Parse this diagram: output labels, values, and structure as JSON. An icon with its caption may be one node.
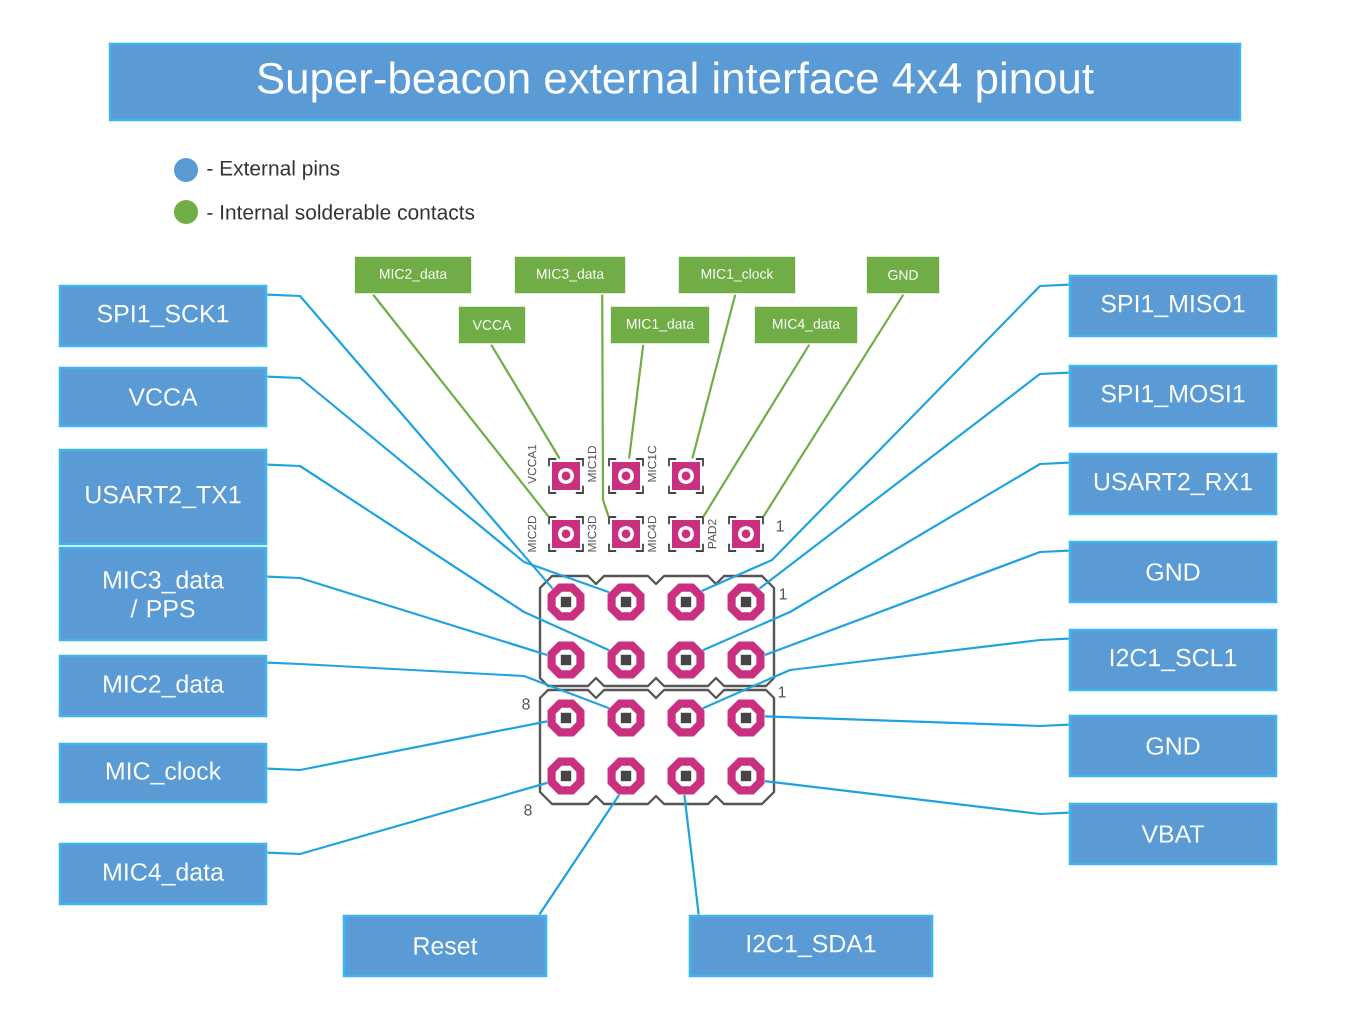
{
  "diagram": {
    "title": "Super-beacon external interface 4x4 pinout",
    "nodes": [
      {
        "text": [
          "MIC2_data"
        ]
      },
      {
        "text": [
          "MIC3_data"
        ]
      },
      {
        "text": [
          "MIC1_clock"
        ]
      },
      {
        "text": [
          "GND"
        ]
      },
      {
        "text": [
          "VCCA"
        ]
      },
      {
        "text": [
          "MIC1_data"
        ]
      },
      {
        "text": [
          "MIC4_data"
        ]
      },
      {
        "text": [
          "SPI1_SCK1"
        ]
      },
      {
        "text": [
          "VCCA"
        ]
      },
      {
        "text": [
          "USART2_TX1"
        ]
      },
      {
        "text": [
          "MIC3_data / PPS"
        ]
      },
      {
        "text": [
          "MIC2_data"
        ]
      },
      {
        "text": [
          "MIC_clock"
        ]
      },
      {
        "text": [
          "MIC4_data"
        ]
      },
      {
        "text": [
          "SPI1_MISO1"
        ]
      },
      {
        "text": [
          "SPI1_MOSI1"
        ]
      },
      {
        "text": [
          "USART2_RX1"
        ]
      },
      {
        "text": [
          "GND"
        ]
      },
      {
        "text": [
          "I2C1_SCL1"
        ]
      },
      {
        "text": [
          "GND"
        ]
      },
      {
        "text": [
          "VBAT"
        ]
      },
      {
        "text": [
          "Reset"
        ]
      },
      {
        "text": [
          "I2C1_SDA1"
        ]
      },
      {
        "text": [],
        "shape": "box"
      },
      {
        "text": [],
        "shape": "box"
      },
      {
        "text": [],
        "shape": "box"
      },
      {
        "text": [],
        "shape": "box"
      },
      {
        "text": [],
        "shape": "box"
      },
      {
        "text": [],
        "shape": "box"
      },
      {
        "text": [],
        "shape": "box"
      },
      {
        "text": [],
        "shape": "octagon"
      },
      {
        "text": [],
        "shape": "octagon"
      },
      {
        "text": [],
        "shape": "octagon"
      },
      {
        "text": [],
        "shape": "octagon"
      },
      {
        "text": [],
        "shape": "octagon"
      },
      {
        "text": [],
        "shape": "octagon"
      },
      {
        "text": [],
        "shape": "octagon"
      },
      {
        "text": [],
        "shape": "octagon"
      },
      {
        "text": [],
        "shape": "octagon"
      },
      {
        "text": [],
        "shape": "octagon"
      },
      {
        "text": [],
        "shape": "octagon"
      },
      {
        "text": [],
        "shape": "octagon"
      },
      {
        "text": [],
        "shape": "octagon"
      },
      {
        "text": [],
        "shape": "octagon"
      },
      {
        "text": [],
        "shape": "octagon"
      },
      {
        "text": [],
        "shape": "octagon"
      }
    ],
    "edges": [
      {
        "from": 0,
        "to": 26,
        "arrow": "none",
        "color": "#70ad47"
      },
      {
        "from": 1,
        "to": 27,
        "arrow": "none",
        "color": "#70ad47"
      },
      {
        "from": 2,
        "to": 25,
        "arrow": "none",
        "color": "#70ad47"
      },
      {
        "from": 3,
        "to": 29,
        "arrow": "none",
        "color": "#70ad47"
      },
      {
        "from": 4,
        "to": 23,
        "arrow": "none",
        "color": "#70ad47"
      },
      {
        "from": 5,
        "to": 24,
        "arrow": "none",
        "color": "#70ad47"
      },
      {
        "from": 6,
        "to": 28,
        "arrow": "none",
        "color": "#70ad47"
      },
      {
        "from": 7,
        "to": 30,
        "arrow": "none"
      },
      {
        "from": 8,
        "to": 31,
        "arrow": "none"
      },
      {
        "from": 9,
        "to": 35,
        "arrow": "none"
      },
      {
        "from": 10,
        "to": 34,
        "arrow": "none"
      },
      {
        "from": 11,
        "to": 39,
        "arrow": "none"
      },
      {
        "from": 12,
        "to": 38,
        "arrow": "none"
      },
      {
        "from": 13,
        "to": 42,
        "arrow": "none"
      },
      {
        "from": 14,
        "to": 32,
        "arrow": "none"
      },
      {
        "from": 15,
        "to": 33,
        "arrow": "none"
      },
      {
        "from": 16,
        "to": 36,
        "arrow": "none"
      },
      {
        "from": 17,
        "to": 37,
        "arrow": "none"
      },
      {
        "from": 18,
        "to": 40,
        "arrow": "none"
      },
      {
        "from": 19,
        "to": 41,
        "arrow": "none"
      },
      {
        "from": 20,
        "to": 45,
        "arrow": "none"
      },
      {
        "from": 21,
        "to": 43,
        "arrow": "none"
      },
      {
        "from": 22,
        "to": 44,
        "arrow": "none"
      }
    ],
    "labels": [
      "VCCA1",
      "MIC1D",
      "MIC1C",
      "MIC2D",
      "MIC3D",
      "MIC4D",
      "PAD2",
      "1",
      "1",
      "8",
      "1",
      "8"
    ],
    "legend": [
      {
        "text": "- External pins",
        "color": "#5b9bd5"
      },
      {
        "text": "- Internal solderable contacts",
        "color": "#70ad47"
      }
    ]
  }
}
